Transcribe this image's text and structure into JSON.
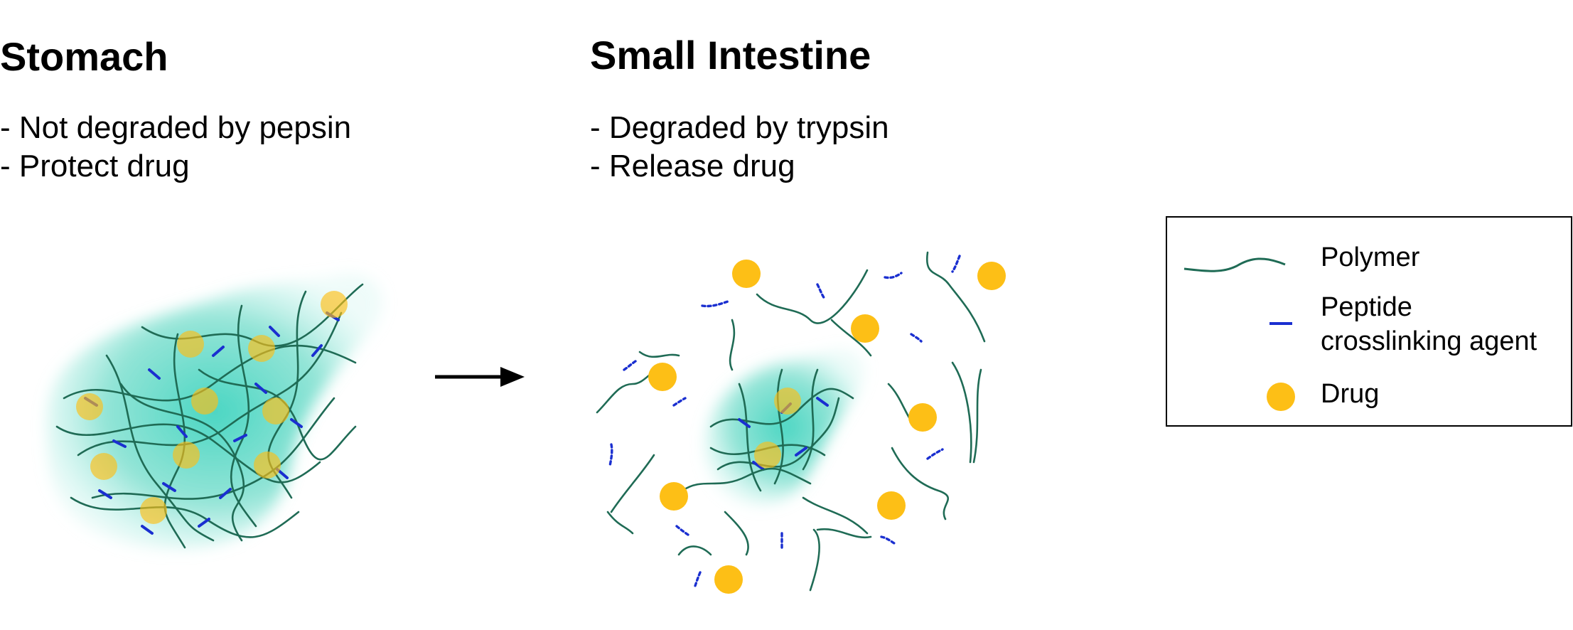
{
  "stomach": {
    "title": "Stomach",
    "points": [
      "- Not degraded by pepsin",
      "- Protect drug"
    ]
  },
  "small_intestine": {
    "title": "Small Intestine",
    "points": [
      "- Degraded by trypsin",
      "- Release drug"
    ]
  },
  "legend": {
    "polymer": "Polymer",
    "peptide_line1": "Peptide",
    "peptide_line2": "crosslinking agent",
    "drug": "Drug"
  },
  "colors": {
    "polymer": "#1f6b55",
    "crosslinker": "#1a2fd0",
    "drug": "#fdbf16",
    "gel": "#8ee6d6"
  }
}
